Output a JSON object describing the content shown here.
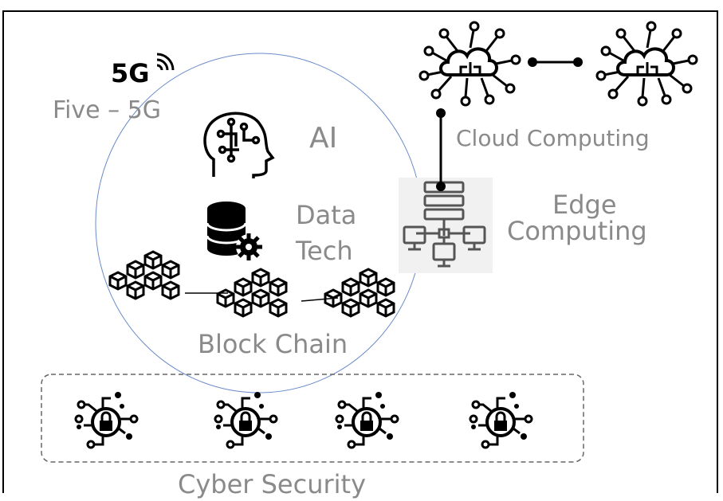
{
  "network": {
    "badge": "5G",
    "label": "Five – 5G"
  },
  "ai": {
    "label": "AI"
  },
  "data_tech": {
    "line1": "Data",
    "line2": "Tech"
  },
  "blockchain": {
    "label": "Block Chain"
  },
  "cloud": {
    "label": "Cloud Computing"
  },
  "edge": {
    "line1": "Edge",
    "line2": "Computing"
  },
  "security": {
    "label": "Cyber Security"
  },
  "colors": {
    "label_gray": "#8a8a8a",
    "circle_blue": "#6b8cc9",
    "line": "#000000"
  }
}
